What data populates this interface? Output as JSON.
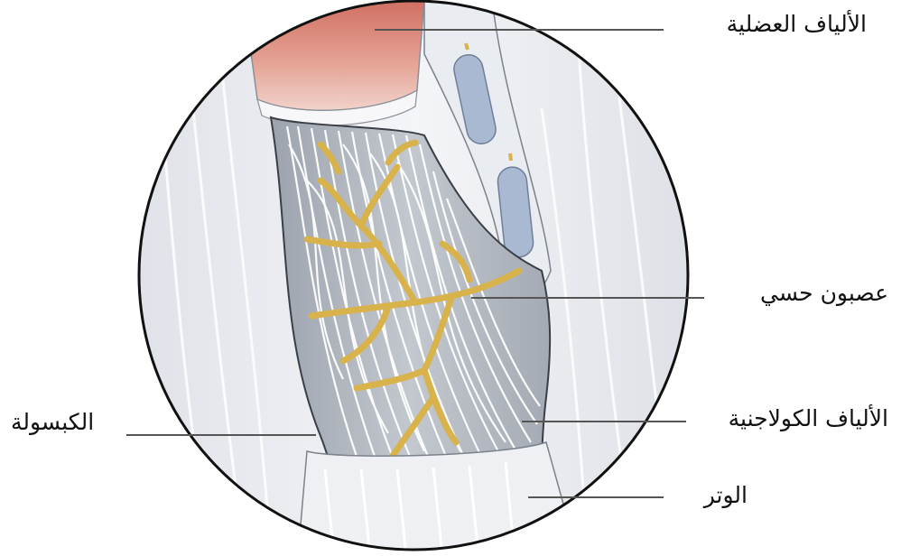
{
  "diagram": {
    "labels": {
      "muscle_fibers": "الألياف العضلية",
      "sensory_neuron": "عصبون حسي",
      "collagen_fibers": "الألياف الكولاجنية",
      "tendon": "الوتر",
      "capsule": "الكبسولة"
    },
    "colors": {
      "muscle": "#d98f80",
      "nerve": "#d8b24a",
      "capsule_fill": "#b9bec6",
      "fibers": "#ffffff",
      "tendon": "#eceef2",
      "outline": "#222222",
      "leader_line": "#555555"
    }
  }
}
